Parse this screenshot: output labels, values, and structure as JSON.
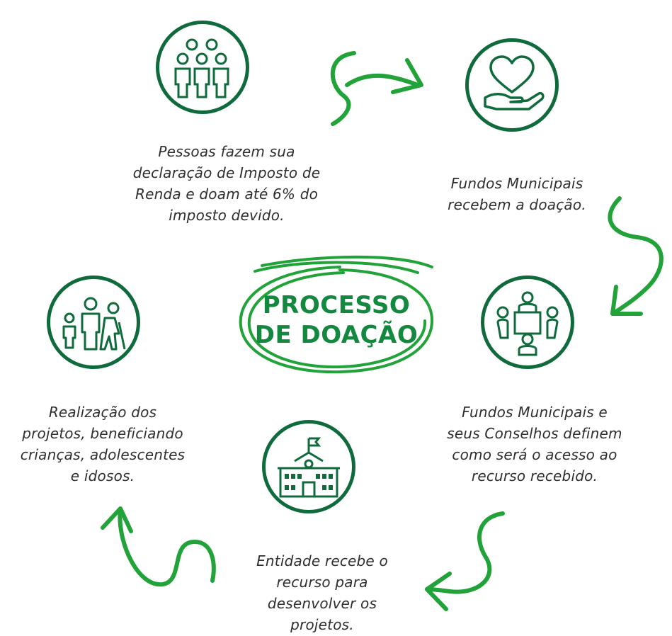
{
  "title": {
    "line1": "PROCESSO",
    "line2": "DE DOAÇÃO"
  },
  "steps": [
    {
      "icon": "people-group-icon",
      "lines": [
        "Pessoas fazem sua",
        "declaração de Imposto de",
        "Renda e doam até 6% do",
        "imposto devido."
      ]
    },
    {
      "icon": "heart-in-hand-icon",
      "lines": [
        "Fundos Municipais",
        "recebem a doação."
      ]
    },
    {
      "icon": "meeting-table-icon",
      "lines": [
        "Fundos Municipais e",
        "seus Conselhos definem",
        "como será o acesso ao",
        "recurso recebido."
      ]
    },
    {
      "icon": "school-building-icon",
      "lines": [
        "Entidade recebe o",
        "recurso para",
        "desenvolver os",
        "projetos."
      ]
    },
    {
      "icon": "family-generations-icon",
      "lines": [
        "Realização dos",
        "projetos, beneficiando",
        "crianças, adolescentes",
        "e idosos."
      ]
    }
  ],
  "colors": {
    "dark_green": "#0f6b3c",
    "bright_green": "#21a339",
    "text": "#2e2e2e"
  }
}
